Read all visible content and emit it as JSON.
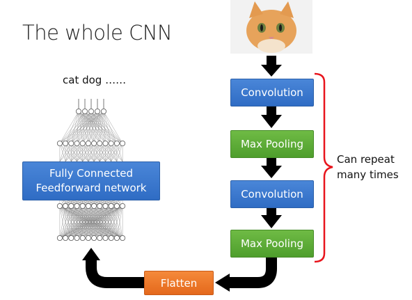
{
  "title": "The whole CNN",
  "output_label": "cat dog ……",
  "fc_box": {
    "line1": "Fully Connected",
    "line2": "Feedforward network"
  },
  "pipeline": [
    {
      "label": "Convolution",
      "kind": "conv"
    },
    {
      "label": "Max Pooling",
      "kind": "pool"
    },
    {
      "label": "Convolution",
      "kind": "conv"
    },
    {
      "label": "Max Pooling",
      "kind": "pool"
    }
  ],
  "flatten_label": "Flatten",
  "repeat_label": {
    "line1": "Can repeat",
    "line2": "many times"
  },
  "colors": {
    "conv": "#3a78cf",
    "pool": "#5aab36",
    "flatten": "#ee7628",
    "bracket": "#e8141c",
    "arrow": "#000000"
  }
}
